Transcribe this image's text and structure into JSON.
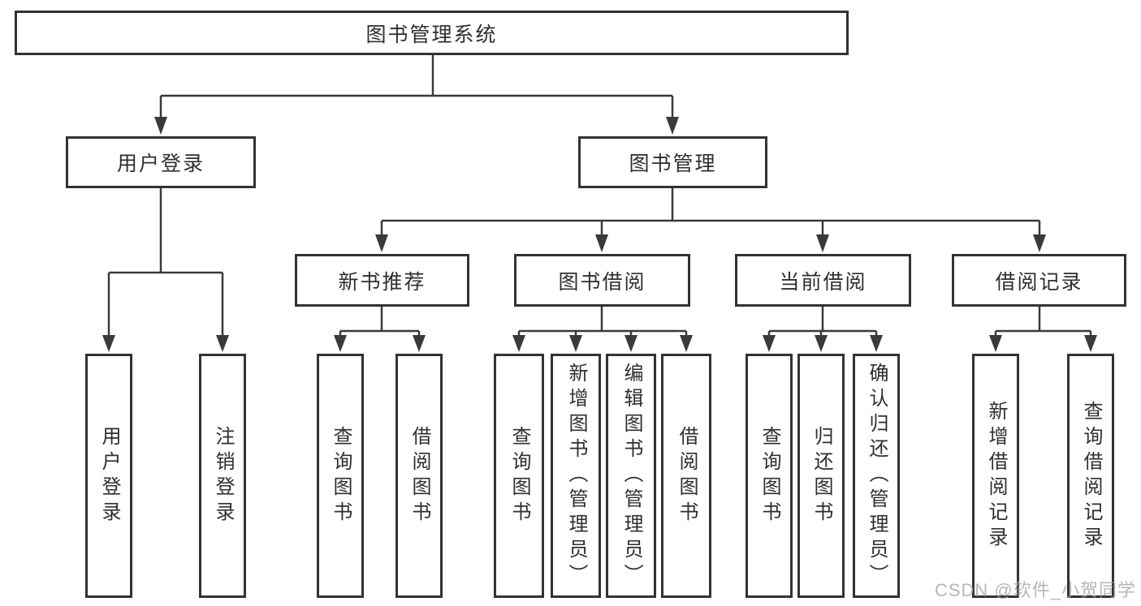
{
  "tree": {
    "root": {
      "label": "图书管理系统",
      "children": [
        {
          "label": "用户登录",
          "children": [
            {
              "label": "用户登录"
            },
            {
              "label": "注销登录"
            }
          ]
        },
        {
          "label": "图书管理",
          "children": [
            {
              "label": "新书推荐",
              "children": [
                {
                  "label": "查询图书"
                },
                {
                  "label": "借阅图书"
                }
              ]
            },
            {
              "label": "图书借阅",
              "children": [
                {
                  "label": "查询图书"
                },
                {
                  "label": "新增图书（管理员）"
                },
                {
                  "label": "编辑图书（管理员）"
                },
                {
                  "label": "借阅图书"
                }
              ]
            },
            {
              "label": "当前借阅",
              "children": [
                {
                  "label": "查询图书"
                },
                {
                  "label": "归还图书"
                },
                {
                  "label": "确认归还（管理员）"
                }
              ]
            },
            {
              "label": "借阅记录",
              "children": [
                {
                  "label": "新增借阅记录"
                },
                {
                  "label": "查询借阅记录"
                }
              ]
            }
          ]
        }
      ]
    }
  },
  "watermark": {
    "text": "CSDN @软件_小贺同学"
  },
  "colors": {
    "line": "#3a3a3a",
    "box_border": "#333333",
    "text": "#2f2f2f",
    "watermark": "#9e9e9e",
    "background": "#ffffff"
  }
}
